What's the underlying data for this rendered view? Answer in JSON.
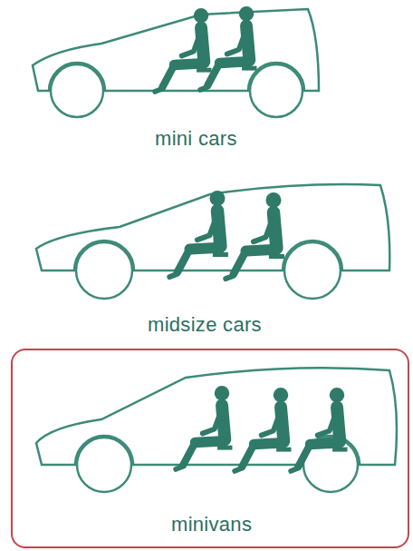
{
  "diagram": {
    "nodes": [
      {
        "text": [
          "minivans"
        ]
      }
    ],
    "labels": [
      "mini cars",
      "midsize cars"
    ]
  }
}
